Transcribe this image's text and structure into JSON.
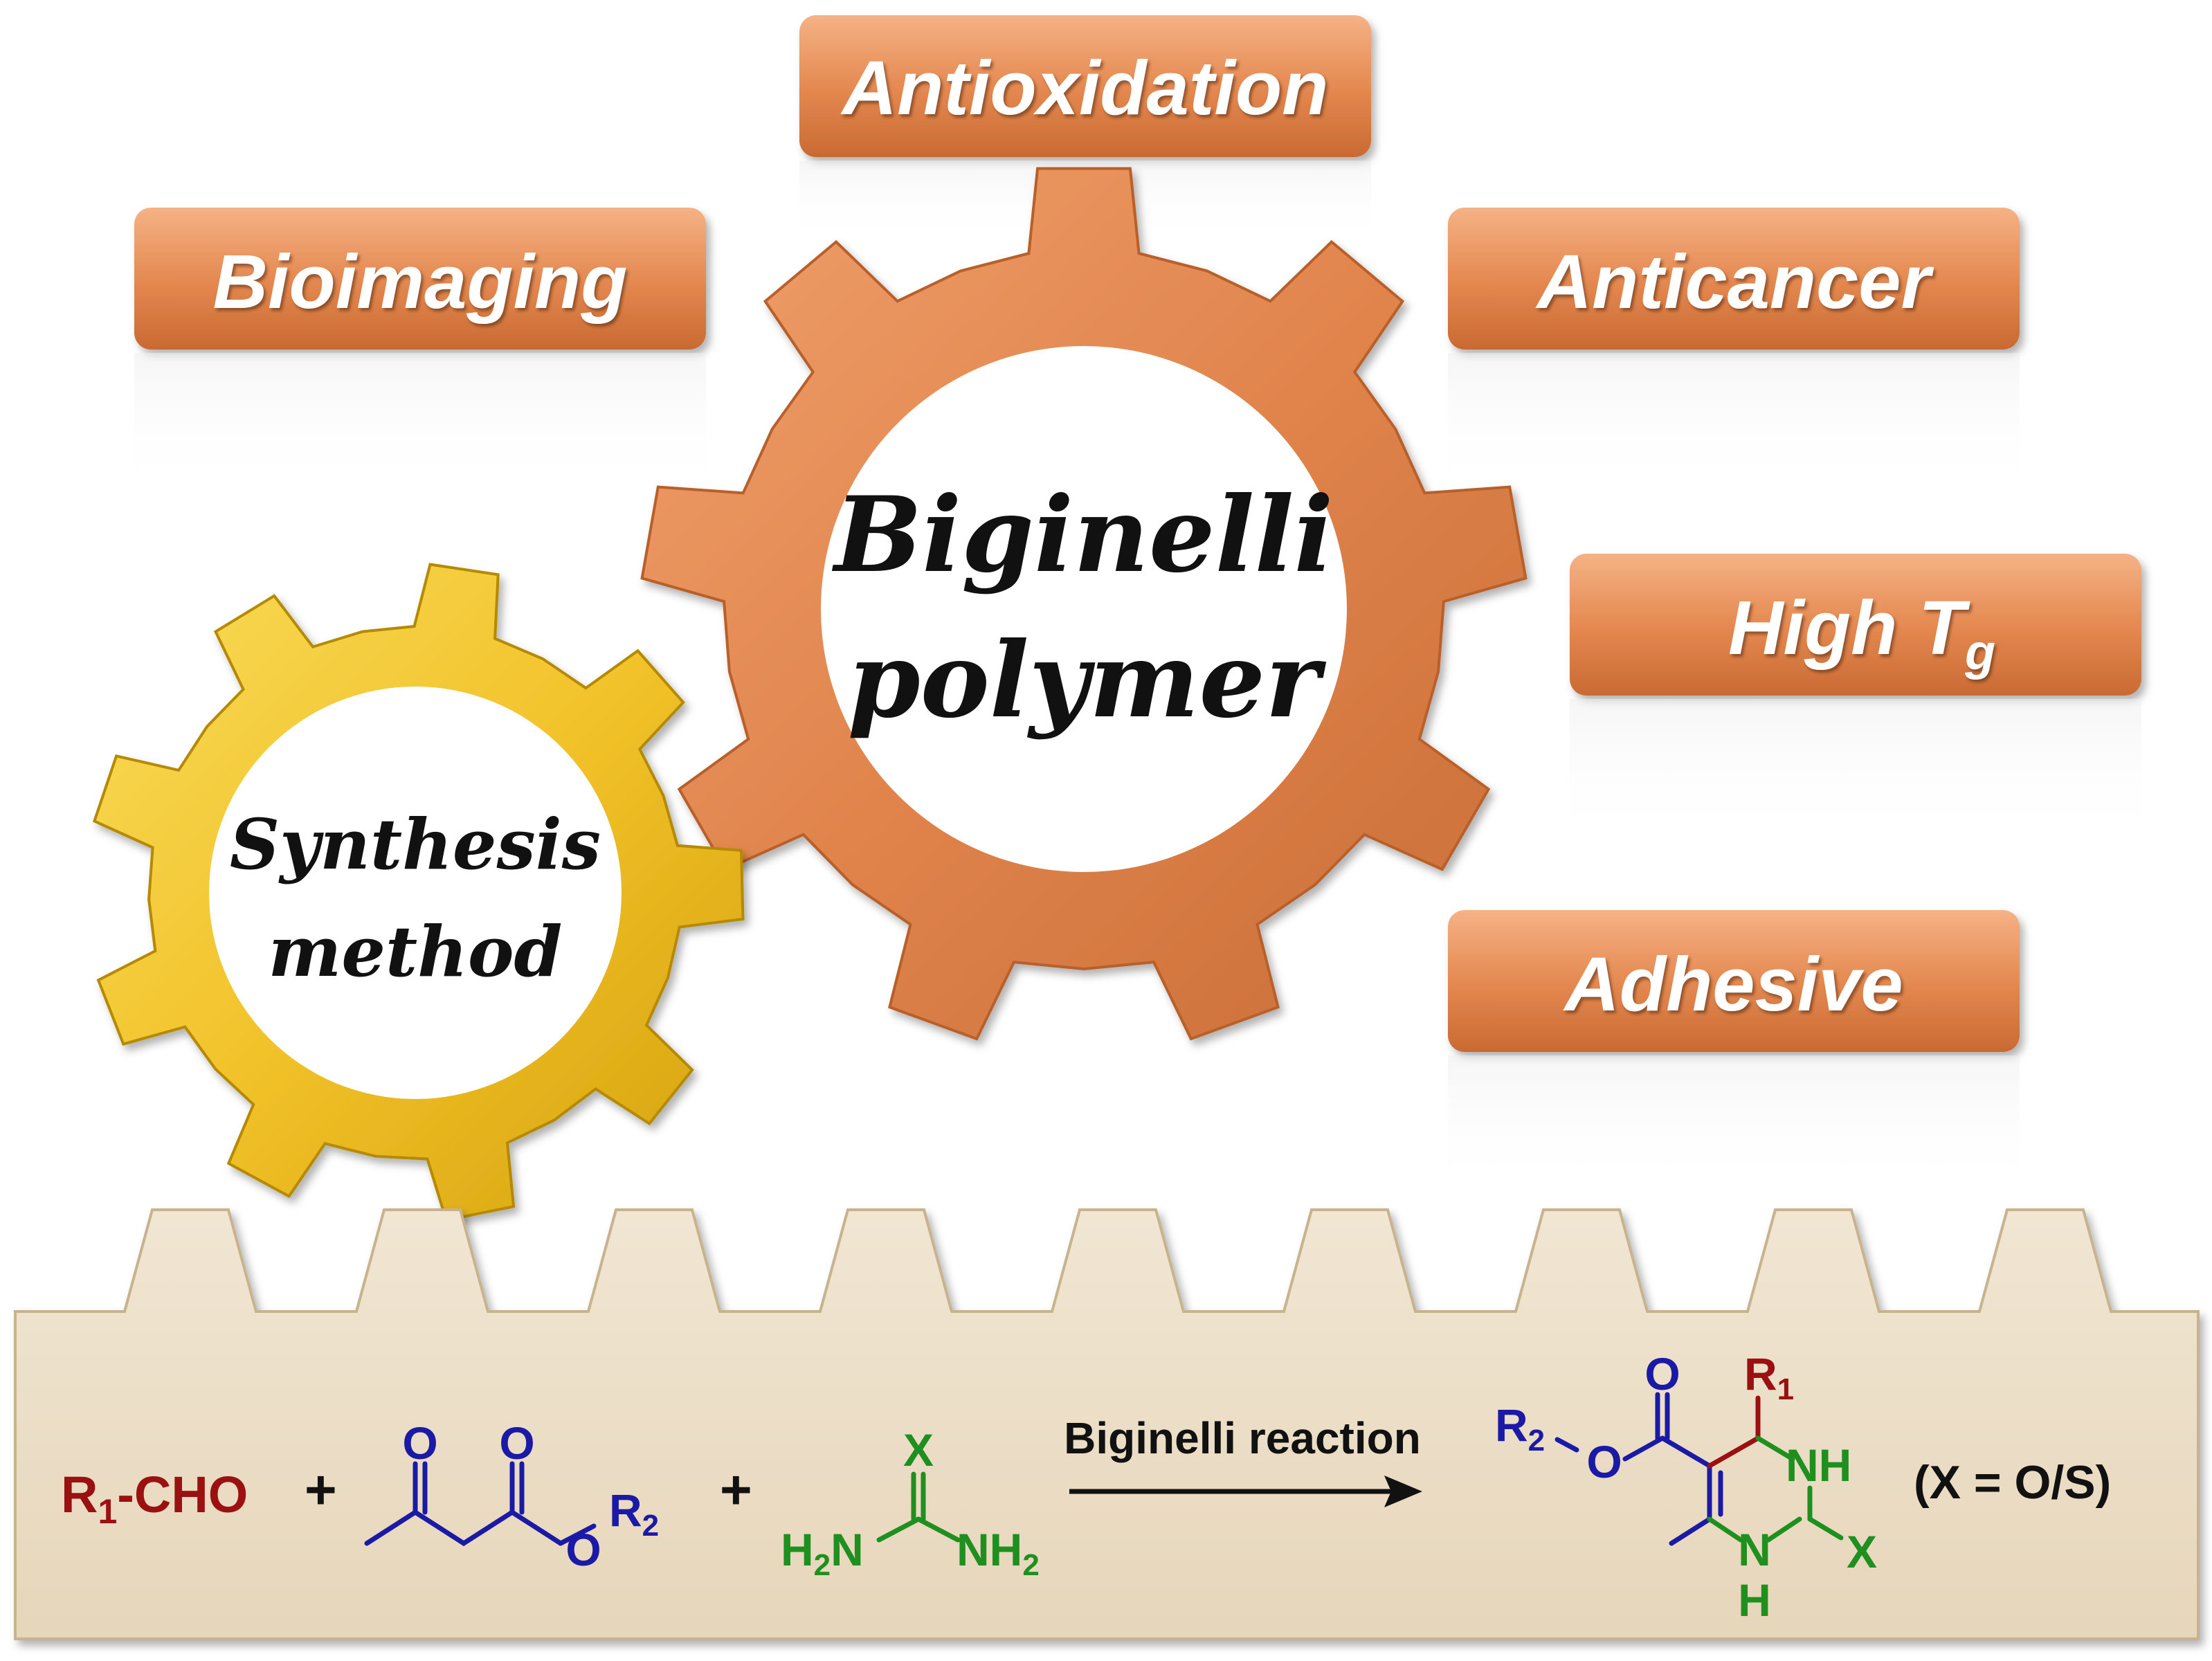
{
  "main_gear": {
    "line1": "Biginelli",
    "line2": "polymer",
    "color": "#e0844c"
  },
  "small_gear": {
    "line1": "Synthesis",
    "line2": "method",
    "color": "#f2c22a"
  },
  "applications": {
    "antioxidation": "Antioxidation",
    "bioimaging": "Bioimaging",
    "anticancer": "Anticancer",
    "high_tg_main": "High T",
    "high_tg_sub": "g",
    "adhesive": "Adhesive"
  },
  "reaction": {
    "aldehyde": {
      "r": "R",
      "sub": "1",
      "rest": "-CHO"
    },
    "plus": "+",
    "ketoester": {
      "o1": "O",
      "o2": "O",
      "o3": "O",
      "r": "R",
      "sub": "2"
    },
    "urea": {
      "x": "X",
      "h2n_main": "H",
      "h2n_sub": "2",
      "h2n_n": "N",
      "nh2_main": "NH",
      "nh2_sub": "2"
    },
    "arrow_label": "Biginelli reaction",
    "product": {
      "o_top": "O",
      "o_side": "O",
      "r2": "R",
      "r2_sub": "2",
      "r1": "R",
      "r1_sub": "1",
      "nh": "NH",
      "n": "N",
      "h": "H",
      "x": "X"
    },
    "note": "(X = O/S)"
  },
  "colors": {
    "label_bg": "#e58a52",
    "panel": "#ede0c9",
    "red": "#9b1111",
    "blue": "#1a1aa6",
    "green": "#1f8f1f",
    "black": "#111111"
  }
}
